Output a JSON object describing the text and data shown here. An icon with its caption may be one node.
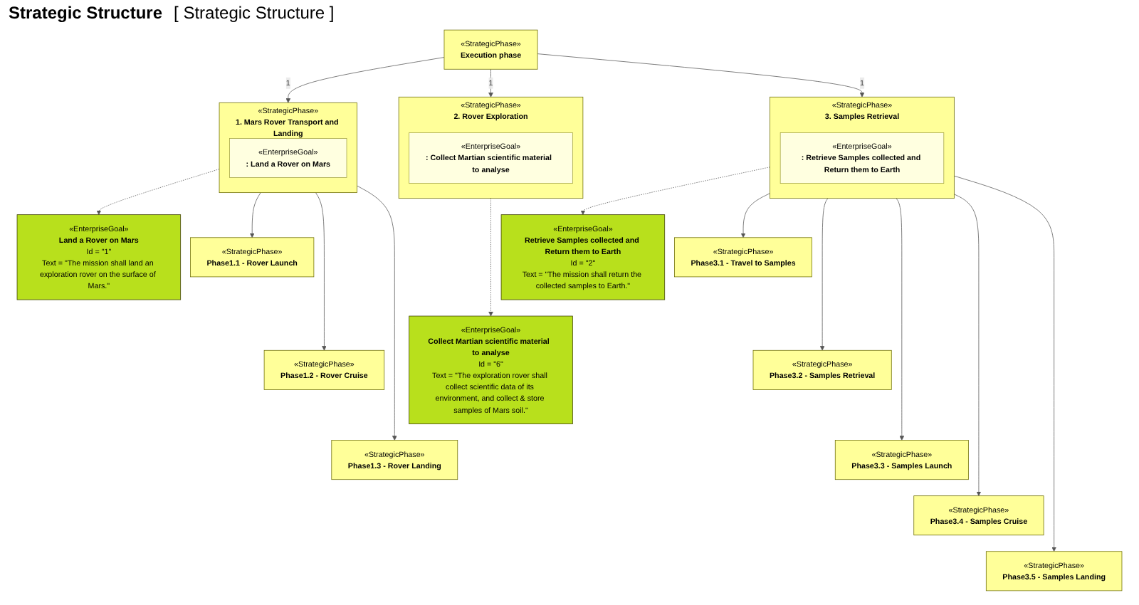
{
  "diagram": {
    "title": "Strategic Structure",
    "labels": [
      "[ Strategic Structure ]"
    ],
    "nodes": [
      {
        "text": [
          "«EnterpriseGoal»",
          "Land a Rover on Mars",
          "Id = \"1\"",
          "Text = \"The mission shall land an exploration rover on the surface of Mars.\""
        ]
      },
      {
        "text": [
          "«EnterpriseGoal»",
          "Retrieve Samples collected and Return them to Earth",
          "Id = \"2\"",
          "Text = \"The mission shall return the collected samples to Earth.\""
        ]
      },
      {
        "text": [
          "«StrategicPhase»",
          "Execution phase"
        ]
      },
      {
        "text": [
          "«StrategicPhase»",
          "1. Mars Rover Transport and Landing"
        ]
      },
      {
        "text": [
          "«EnterpriseGoal»",
          ": Land a Rover on Mars"
        ],
        "in": 3
      },
      {
        "text": [
          "«StrategicPhase»",
          "2. Rover Exploration"
        ]
      },
      {
        "text": [
          "«EnterpriseGoal»",
          ": Collect Martian scientific material  to analyse"
        ],
        "in": 5
      },
      {
        "text": [
          "«StrategicPhase»",
          "3. Samples Retrieval"
        ]
      },
      {
        "text": [
          "«EnterpriseGoal»",
          ": Retrieve Samples collected and Return them to Earth"
        ],
        "in": 7
      },
      {
        "text": [
          "«StrategicPhase»",
          "Phase1.1 - Rover Launch"
        ]
      },
      {
        "text": [
          "«StrategicPhase»",
          "Phase1.2 - Rover Cruise"
        ]
      },
      {
        "text": [
          "«StrategicPhase»",
          "Phase1.3 - Rover Landing"
        ]
      },
      {
        "text": [
          "«EnterpriseGoal»",
          "Collect Martian scientific material  to analyse",
          "Id = \"6\"",
          "Text = \"The exploration rover shall collect scientific data of its environment, and collect & store samples of Mars soil.\""
        ]
      },
      {
        "text": [
          "«StrategicPhase»",
          "Phase3.1 - Travel to Samples"
        ]
      },
      {
        "text": [
          "«StrategicPhase»",
          "Phase3.2 - Samples Retrieval"
        ]
      },
      {
        "text": [
          "«StrategicPhase»",
          "Phase3.3 - Samples Launch"
        ]
      },
      {
        "text": [
          "«StrategicPhase»",
          "Phase3.4 - Samples Cruise"
        ]
      },
      {
        "text": [
          "«StrategicPhase»",
          "Phase3.5 - Samples Landing"
        ]
      }
    ],
    "edges": [
      {
        "from": 2,
        "to": 3,
        "arrow": "to",
        "label": "1"
      },
      {
        "from": 2,
        "to": 5,
        "arrow": "to",
        "label": "1"
      },
      {
        "from": 2,
        "to": 7,
        "arrow": "to",
        "label": "1"
      },
      {
        "from": 3,
        "to": 0,
        "arrow": "to",
        "style": "dashed"
      },
      {
        "from": 5,
        "to": 12,
        "arrow": "to",
        "style": "dashed"
      },
      {
        "from": 7,
        "to": 1,
        "arrow": "to",
        "style": "dashed"
      },
      {
        "from": 3,
        "to": 9,
        "arrow": "to"
      },
      {
        "from": 3,
        "to": 10,
        "arrow": "to"
      },
      {
        "from": 3,
        "to": 11,
        "arrow": "to"
      },
      {
        "from": 7,
        "to": 13,
        "arrow": "to"
      },
      {
        "from": 7,
        "to": 14,
        "arrow": "to"
      },
      {
        "from": 7,
        "to": 15,
        "arrow": "to"
      },
      {
        "from": 7,
        "to": 16,
        "arrow": "to"
      },
      {
        "from": 7,
        "to": 17,
        "arrow": "to"
      }
    ]
  }
}
